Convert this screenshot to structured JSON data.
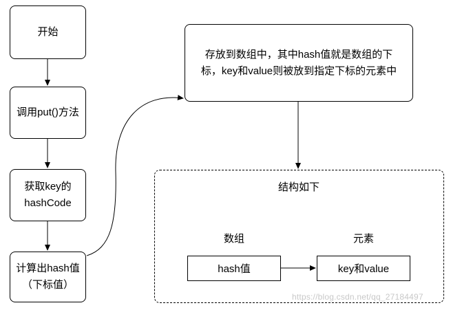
{
  "flow_steps": [
    {
      "lines": [
        "开始"
      ]
    },
    {
      "lines": [
        "调用put()方法"
      ]
    },
    {
      "lines": [
        "获取key的",
        "hashCode"
      ]
    },
    {
      "lines": [
        "计算出hash值",
        "（下标值）"
      ]
    }
  ],
  "store_note": {
    "lines": [
      "存放到数组中，其中hash值就是数组的下",
      "标，key和value则被放到指定下标的元素中"
    ]
  },
  "structure": {
    "title": "结构如下",
    "array_label": "数组",
    "element_label": "元素",
    "array_cell": "hash值",
    "element_cell": "key和value"
  },
  "watermark": "https://blog.csdn.net/qq_27184497"
}
